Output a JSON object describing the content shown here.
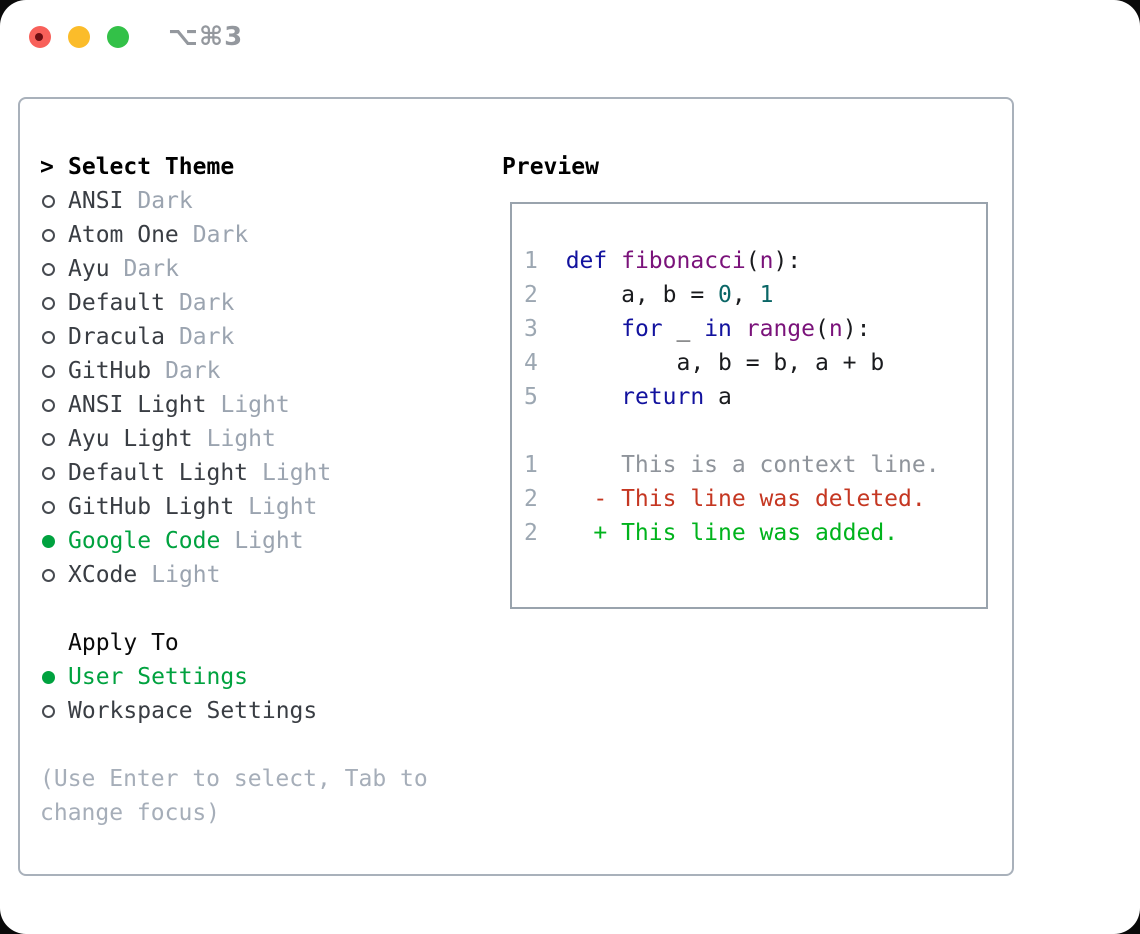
{
  "window": {
    "title": "⌥⌘3"
  },
  "theme_selector": {
    "header_marker": ">",
    "header": "Select Theme",
    "items": [
      {
        "name": "ANSI",
        "variant": "Dark",
        "selected": false
      },
      {
        "name": "Atom One",
        "variant": "Dark",
        "selected": false
      },
      {
        "name": "Ayu",
        "variant": "Dark",
        "selected": false
      },
      {
        "name": "Default",
        "variant": "Dark",
        "selected": false
      },
      {
        "name": "Dracula",
        "variant": "Dark",
        "selected": false
      },
      {
        "name": "GitHub",
        "variant": "Dark",
        "selected": false
      },
      {
        "name": "ANSI Light",
        "variant": "Light",
        "selected": false
      },
      {
        "name": "Ayu Light",
        "variant": "Light",
        "selected": false
      },
      {
        "name": "Default Light",
        "variant": "Light",
        "selected": false
      },
      {
        "name": "GitHub Light",
        "variant": "Light",
        "selected": false
      },
      {
        "name": "Google Code",
        "variant": "Light",
        "selected": true
      },
      {
        "name": "XCode",
        "variant": "Light",
        "selected": false
      }
    ]
  },
  "apply_to": {
    "header": "Apply To",
    "items": [
      {
        "label": "User Settings",
        "selected": true
      },
      {
        "label": "Workspace Settings",
        "selected": false
      }
    ]
  },
  "hint": "(Use Enter to select, Tab to change focus)",
  "preview": {
    "title": "Preview",
    "lines": [
      {
        "num": "1",
        "tokens": [
          [
            "pl",
            "  "
          ],
          [
            "kw",
            "def"
          ],
          [
            "pl",
            " "
          ],
          [
            "fn",
            "fibonacci"
          ],
          [
            "pl",
            "("
          ],
          [
            "fn",
            "n"
          ],
          [
            "pl",
            "):"
          ]
        ]
      },
      {
        "num": "2",
        "tokens": [
          [
            "pl",
            "      a, b = "
          ],
          [
            "lit",
            "0"
          ],
          [
            "pl",
            ", "
          ],
          [
            "lit",
            "1"
          ]
        ]
      },
      {
        "num": "3",
        "tokens": [
          [
            "pl",
            "      "
          ],
          [
            "kw",
            "for"
          ],
          [
            "pl",
            " _ "
          ],
          [
            "kw",
            "in"
          ],
          [
            "pl",
            " "
          ],
          [
            "fn",
            "range"
          ],
          [
            "pl",
            "("
          ],
          [
            "fn",
            "n"
          ],
          [
            "pl",
            "):"
          ]
        ]
      },
      {
        "num": "4",
        "tokens": [
          [
            "pl",
            "          a, b = b, a + b"
          ]
        ]
      },
      {
        "num": "5",
        "tokens": [
          [
            "pl",
            "      "
          ],
          [
            "kw",
            "return"
          ],
          [
            "pl",
            " a"
          ]
        ]
      },
      {
        "num": "",
        "tokens": []
      },
      {
        "num": "1",
        "tokens": [
          [
            "ctx",
            "      This is a context line."
          ]
        ]
      },
      {
        "num": "2",
        "tokens": [
          [
            "del",
            "    - This line was deleted."
          ]
        ]
      },
      {
        "num": "2",
        "tokens": [
          [
            "add",
            "    + This line was added."
          ]
        ]
      }
    ]
  },
  "colors": {
    "kw": "#12129e",
    "fn": "#7a127a",
    "lit": "#0a6666",
    "pl": "#1a1b1e",
    "ctx": "#8f949b",
    "del": "#c53722",
    "add": "#00b31c",
    "num": "#9ca7b2",
    "selection_green": "#00a23f"
  }
}
